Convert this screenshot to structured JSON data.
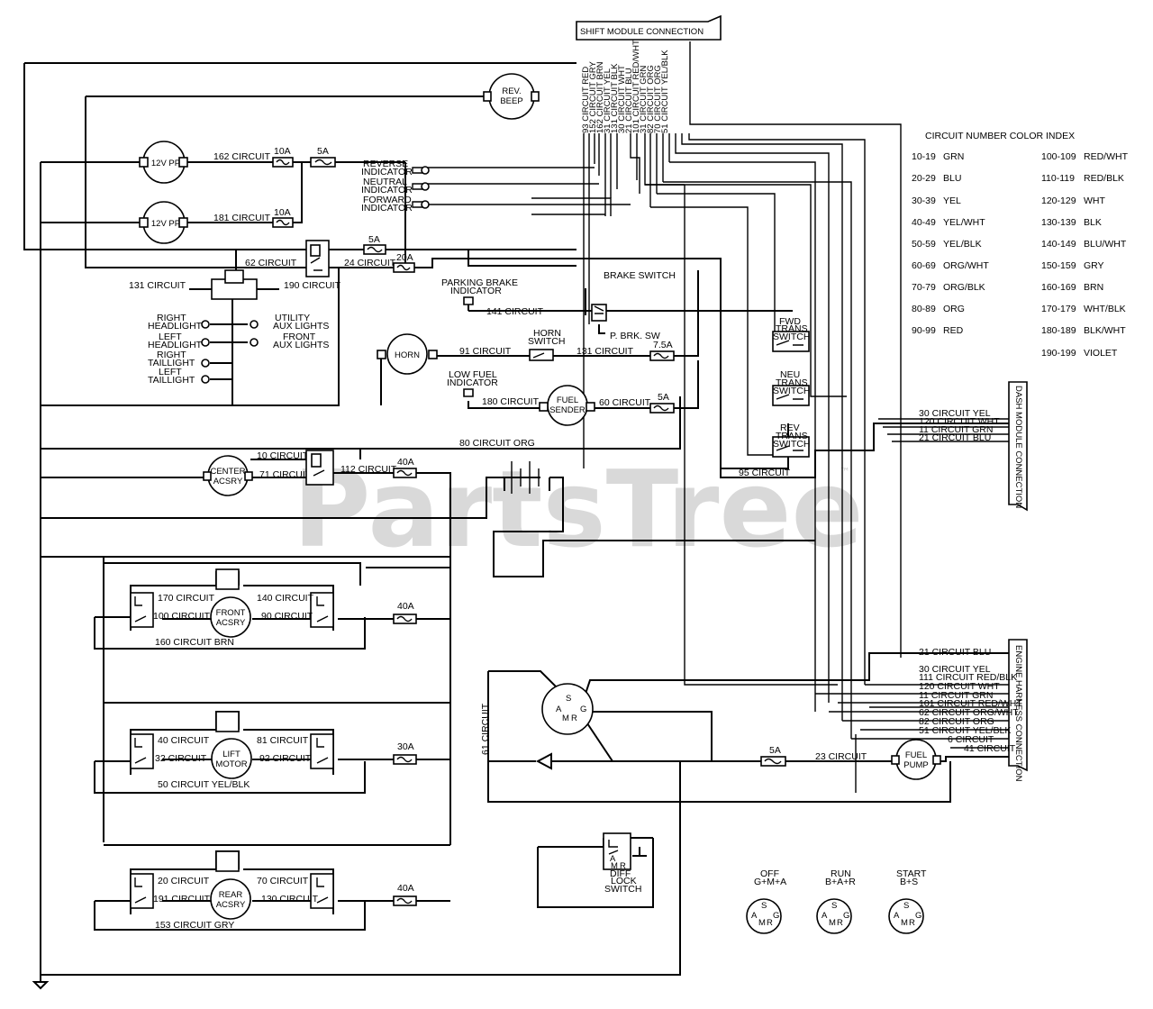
{
  "watermark": {
    "text": "PartsTree",
    "tm": "™"
  },
  "shift_module": {
    "title": "SHIFT MODULE CONNECTION",
    "pins": [
      "93 CIRCUIT RED",
      "152 CIRCUIT GRY",
      "162 CIRCUIT BRN",
      "31 CIRCUIT YEL",
      "131 CIRCUIT BLK",
      "30 CIRCUIT WHT",
      "21 CIRCUIT BLU",
      "101 CIRCUIT RED/WHT",
      "31 CIRCUIT GRN",
      "82 CIRCUIT ORG",
      "70 CIRCUIT ORG",
      "51 CIRCUIT YEL/BLK"
    ]
  },
  "dash_module": {
    "title": "DASH MODULE CONNECTION"
  },
  "engine_harness": {
    "title": "ENGINE HARNESS CONNECTION"
  },
  "color_index": {
    "title": "CIRCUIT NUMBER COLOR INDEX",
    "rows": [
      {
        "range": "10-19",
        "color": "GRN"
      },
      {
        "range": "20-29",
        "color": "BLU"
      },
      {
        "range": "30-39",
        "color": "YEL"
      },
      {
        "range": "40-49",
        "color": "YEL/WHT"
      },
      {
        "range": "50-59",
        "color": "YEL/BLK"
      },
      {
        "range": "60-69",
        "color": "ORG/WHT"
      },
      {
        "range": "70-79",
        "color": "ORG/BLK"
      },
      {
        "range": "80-89",
        "color": "ORG"
      },
      {
        "range": "90-99",
        "color": "RED"
      },
      {
        "range": "100-109",
        "color": "RED/WHT"
      },
      {
        "range": "110-119",
        "color": "RED/BLK"
      },
      {
        "range": "120-129",
        "color": "WHT"
      },
      {
        "range": "130-139",
        "color": "BLK"
      },
      {
        "range": "140-149",
        "color": "BLU/WHT"
      },
      {
        "range": "150-159",
        "color": "GRY"
      },
      {
        "range": "160-169",
        "color": "BRN"
      },
      {
        "range": "170-179",
        "color": "WHT/BLK"
      },
      {
        "range": "180-189",
        "color": "BLK/WHT"
      },
      {
        "range": "190-199",
        "color": "VIOLET"
      }
    ]
  },
  "components": {
    "rev_beep": [
      "REV.",
      "BEEP"
    ],
    "pp1": "12V PP",
    "pp2": "12V PP",
    "reverse_ind": [
      "REVERSE",
      "INDICATOR"
    ],
    "neutral_ind": [
      "NEUTRAL",
      "INDICATOR"
    ],
    "forward_ind": [
      "FORWARD",
      "INDICATOR"
    ],
    "lights_left": [
      "RIGHT",
      "HEADLIGHT",
      "LEFT",
      "HEADLIGHT",
      "RIGHT",
      "TAILLIGHT",
      "LEFT",
      "TAILLIGHT"
    ],
    "lights_right": [
      "UTILITY",
      "AUX LIGHTS",
      "FRONT",
      "AUX LIGHTS"
    ],
    "parking_brake": [
      "PARKING BRAKE",
      "INDICATOR"
    ],
    "brake_switch": "BRAKE SWITCH",
    "p_brk_sw": "P. BRK. SW",
    "horn": "HORN",
    "horn_switch": [
      "HORN",
      "SWITCH"
    ],
    "low_fuel": [
      "LOW FUEL",
      "INDICATOR"
    ],
    "fuel_sender": [
      "FUEL",
      "SENDER"
    ],
    "fwd_trans": [
      "FWD",
      "TRANS",
      "SWITCH"
    ],
    "neu_trans": [
      "NEU",
      "TRANS",
      "SWITCH"
    ],
    "rev_trans": [
      "REV",
      "TRANS",
      "SWITCH"
    ],
    "center_acsry": [
      "CENTER",
      "ACSRY"
    ],
    "front_acsry": [
      "FRONT",
      "ACSRY"
    ],
    "lift_motor": [
      "LIFT",
      "MOTOR"
    ],
    "rear_acsry": [
      "REAR",
      "ACSRY"
    ],
    "fuel_pump": [
      "FUEL",
      "PUMP"
    ],
    "diff_lock": [
      "DIFF",
      "LOCK",
      "SWITCH"
    ],
    "ign_letters": [
      "S",
      "A",
      "M",
      "R",
      "G"
    ]
  },
  "circuits": {
    "c162": "162 CIRCUIT",
    "c181": "181 CIRCUIT",
    "c62": "62 CIRCUIT",
    "c24": "24 CIRCUIT",
    "c131a": "131 CIRCUIT",
    "c190": "190 CIRCUIT",
    "c141": "141 CIRCUIT",
    "c91": "91 CIRCUIT",
    "c131b": "131 CIRCUIT",
    "c180": "180 CIRCUIT",
    "c60": "60 CIRCUIT",
    "c80": "80 CIRCUIT ORG",
    "c10": "10 CIRCUIT",
    "c71": "71 CIRCUIT",
    "c112": "112 CIRCUIT",
    "c95": "95 CIRCUIT",
    "c170": "170 CIRCUIT",
    "c140": "140 CIRCUIT",
    "c100": "100 CIRCUIT",
    "c90": "90 CIRCUIT",
    "c160": "160 CIRCUIT BRN",
    "c40": "40 CIRCUIT",
    "c81": "81 CIRCUIT",
    "c32": "32 CIRCUIT",
    "c92": "92 CIRCUIT",
    "c50": "50 CIRCUIT YEL/BLK",
    "c20": "20 CIRCUIT",
    "c70": "70 CIRCUIT",
    "c191": "191 CIRCUIT",
    "c130": "130 CIRCUIT",
    "c153": "153 CIRCUIT GRY",
    "c61": "61 CIRCUIT",
    "c23": "23 CIRCUIT"
  },
  "fuses": {
    "f10a_1": "10A",
    "f5a_1": "5A",
    "f10a_2": "10A",
    "f5a_2": "5A",
    "f20a": "20A",
    "f7_5a": "7.5A",
    "f5a_3": "5A",
    "f40a_1": "40A",
    "f40a_2": "40A",
    "f30a": "30A",
    "f40a_3": "40A",
    "f5a_4": "5A"
  },
  "dash_pins": [
    "30 CIRCUIT YEL",
    "120 CIRCUIT WHT",
    "11 CIRCUIT GRN",
    "21 CIRCUIT BLU"
  ],
  "engine_pins": [
    "21 CIRCUIT BLU",
    "30 CIRCUIT YEL",
    "111 CIRCUIT RED/BLK",
    "120 CIRCUIT WHT",
    "11 CIRCUIT GRN",
    "101 CIRCUIT RED/WHT",
    "62 CIRCUIT ORG/WHT",
    "82 CIRCUIT ORG",
    "51 CIRCUIT YEL/BLK",
    "6 CIRCUIT",
    "41 CIRCUIT"
  ],
  "key_positions": [
    {
      "name": "OFF",
      "combo": "G+M+A"
    },
    {
      "name": "RUN",
      "combo": "B+A+R"
    },
    {
      "name": "START",
      "combo": "B+S"
    }
  ]
}
